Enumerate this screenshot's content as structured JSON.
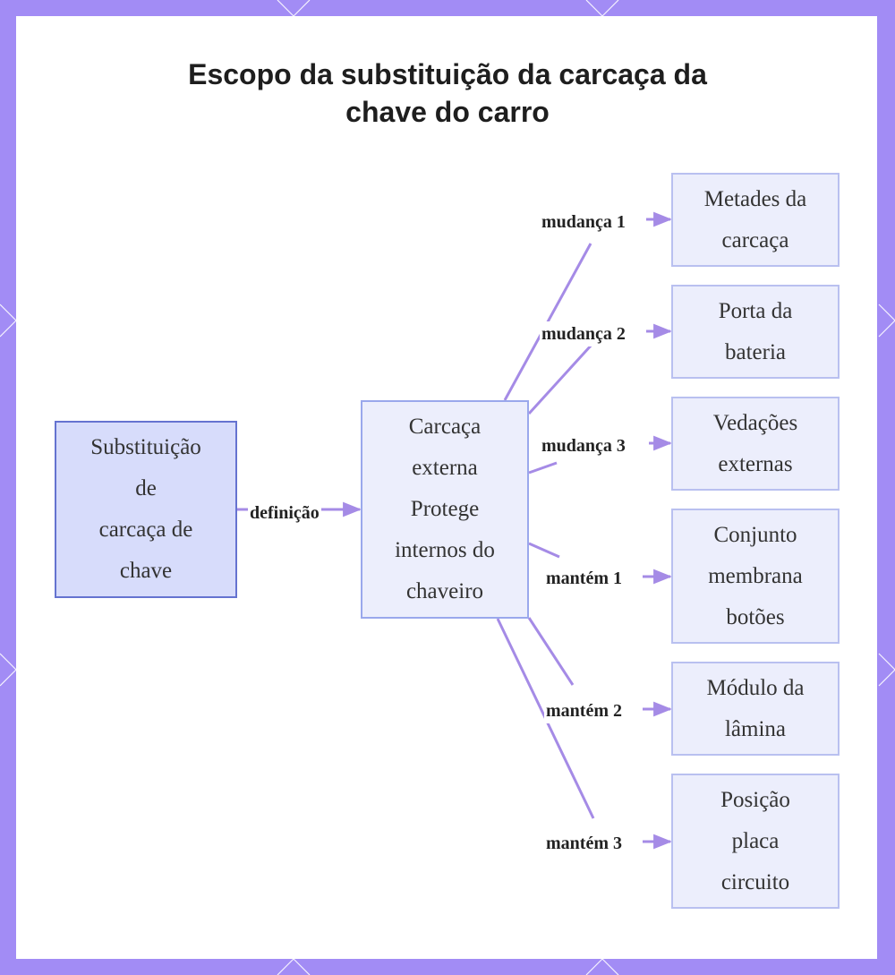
{
  "title_lines": [
    "Escopo da substituição da carcaça da",
    "chave do carro"
  ],
  "root": {
    "lines": [
      "Substituição",
      "de",
      "carcaça de",
      "chave"
    ]
  },
  "hub": {
    "lines": [
      "Carcaça",
      "externa",
      "Protege",
      "internos do",
      "chaveiro"
    ]
  },
  "root_edge_label": "definição",
  "leaves": [
    {
      "edge": "mudança 1",
      "lines": [
        "Metades da",
        "carcaça"
      ]
    },
    {
      "edge": "mudança 2",
      "lines": [
        "Porta da",
        "bateria"
      ]
    },
    {
      "edge": "mudança 3",
      "lines": [
        "Vedações",
        "externas"
      ]
    },
    {
      "edge": "mantém 1",
      "lines": [
        "Conjunto",
        "membrana",
        "botões"
      ]
    },
    {
      "edge": "mantém 2",
      "lines": [
        "Módulo da",
        "lâmina"
      ]
    },
    {
      "edge": "mantém 3",
      "lines": [
        "Posição",
        "placa",
        "circuito"
      ]
    }
  ],
  "colors": {
    "frame": "#a28cf5",
    "edge": "#a58be6",
    "root_fill": "#d7dcfb",
    "root_border": "#6573d0",
    "leaf_fill": "#eceefc",
    "leaf_border": "#b9c0f0"
  }
}
